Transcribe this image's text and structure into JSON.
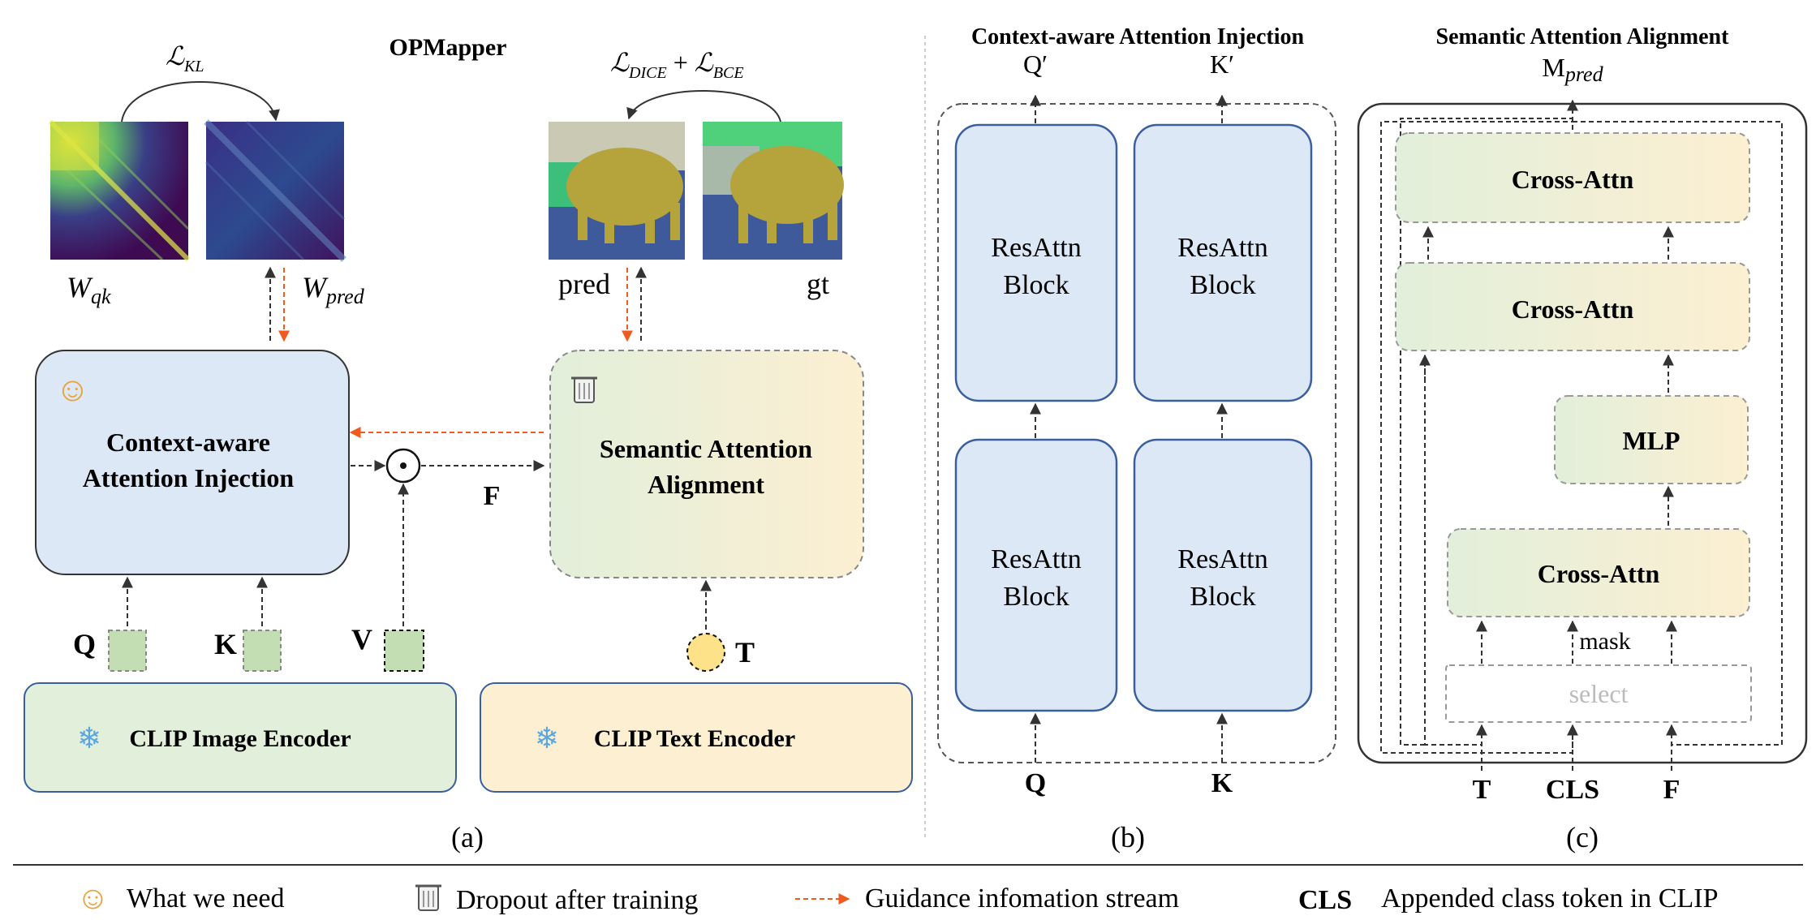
{
  "panel_a": {
    "title": "OPMapper",
    "loss_kl": "ℒ",
    "loss_kl_sub": "KL",
    "loss_seg_1": "ℒ",
    "loss_seg_1_sub": "DICE",
    "loss_seg_plus": " + ",
    "loss_seg_2": "ℒ",
    "loss_seg_2_sub": "BCE",
    "w_qk": "W",
    "w_qk_sub": "qk",
    "w_pred": "W",
    "w_pred_sub": "pred",
    "pred_label": "pred",
    "gt_label": "gt",
    "cai_line1": "Context-aware",
    "cai_line2": "Attention Injection",
    "saa_line1": "Semantic Attention",
    "saa_line2": "Alignment",
    "f_label": "F",
    "q_label": "Q",
    "k_label": "K",
    "v_label": "V",
    "t_label": "T",
    "image_encoder": "CLIP Image Encoder",
    "text_encoder": "CLIP Text Encoder",
    "caption": "(a)"
  },
  "panel_b": {
    "title": "Context-aware Attention Injection",
    "q_out": "Q′",
    "k_out": "K′",
    "block_line1": "ResAttn",
    "block_line2": "Block",
    "q_in": "Q",
    "k_in": "K",
    "caption": "(b)"
  },
  "panel_c": {
    "title": "Semantic Attention Alignment",
    "m_pred": "M",
    "m_pred_sub": "pred",
    "cross_attn": "Cross-Attn",
    "mlp": "MLP",
    "mask": "mask",
    "select": "select",
    "t_in": "T",
    "cls_in": "CLS",
    "f_in": "F",
    "caption": "(c)"
  },
  "legend": {
    "need": "What we need",
    "dropout": "Dropout after training",
    "guidance": "Guidance infomation stream",
    "cls_key": "CLS",
    "cls_desc": "Appended class token in CLIP"
  },
  "colors": {
    "blue_fill": "#dce8f5",
    "blue_stroke": "#3a5f9f",
    "green_fill": "#deeed8",
    "yellow_fill": "#fcefd0",
    "orange_arrow": "#f05a1e",
    "token_green": "#c4deb4",
    "token_yellow": "#fde28a"
  }
}
